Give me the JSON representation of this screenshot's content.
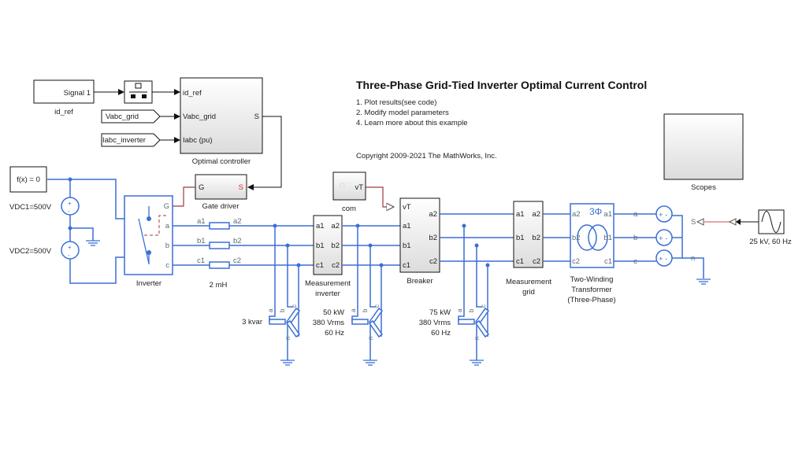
{
  "annotation": {
    "title": "Three-Phase Grid-Tied Inverter Optimal Current Control",
    "links": [
      "1. Plot results(see code)",
      "2. Modify model parameters",
      "4. Learn more about this example"
    ],
    "copyright": "Copyright 2009-2021 The MathWorks, Inc."
  },
  "blocks": {
    "id_ref": {
      "content": "Signal 1",
      "label": "id_ref"
    },
    "goto_vabc": "Vabc_grid",
    "goto_iabc": "Iabc_inverter",
    "controller": {
      "label": "Optimal controller",
      "ports_in": [
        "id_ref",
        "Vabc_grid",
        "Iabc (pu)"
      ],
      "port_out": "S"
    },
    "gate_driver": {
      "label": "Gate driver",
      "port_in": "G",
      "port_out": "S"
    },
    "solver": {
      "content": "f(x) = 0"
    },
    "vdc1": "VDC1=500V",
    "vdc2": "VDC2=500V",
    "inverter": {
      "label": "Inverter",
      "ports": [
        "G",
        "a",
        "b",
        "c"
      ]
    },
    "inductor": {
      "label": "2 mH",
      "ports": [
        "a1",
        "a2",
        "b1",
        "b2",
        "c1",
        "c2"
      ]
    },
    "meas_inv": {
      "label1": "Measurement",
      "label2": "inverter",
      "ports": [
        "a1",
        "a2",
        "b1",
        "b2",
        "c1",
        "c2"
      ]
    },
    "com": {
      "label": "com",
      "port": "vT"
    },
    "breaker": {
      "label": "Breaker",
      "ports_in": [
        "vT",
        "a1",
        "b1",
        "c1"
      ],
      "ports_out": [
        "a2",
        "b2",
        "c2"
      ]
    },
    "load1": {
      "lines": [
        "3 kvar"
      ]
    },
    "load2": {
      "lines": [
        "50 kW",
        "380 Vrms",
        "60 Hz"
      ]
    },
    "load3": {
      "lines": [
        "75 kW",
        "380 Vrms",
        "60 Hz"
      ]
    },
    "load_ports": [
      "a",
      "b",
      "c",
      "n"
    ],
    "meas_grid": {
      "label1": "Measurement",
      "label2": "grid",
      "ports": [
        "a1",
        "a2",
        "b1",
        "b2",
        "c1",
        "c2"
      ]
    },
    "transformer": {
      "symbol": "3Φ",
      "label1": "Two-Winding",
      "label2": "Transformer",
      "label3": "(Three-Phase)",
      "ports_left": [
        "a2",
        "b2",
        "c2"
      ],
      "ports_right": [
        "a1",
        "b1",
        "c1"
      ]
    },
    "grid_source": {
      "ports": [
        "a",
        "b",
        "c",
        "n"
      ],
      "port_s": "S"
    },
    "sine": {
      "label": "25 kV, 60 Hz"
    },
    "scopes": {
      "label": "Scopes"
    }
  },
  "colors": {
    "power_wire": "#3b6fd6",
    "gate_signal": "#9b3b3b",
    "signal": "#111111",
    "port_S": "#e03030"
  }
}
